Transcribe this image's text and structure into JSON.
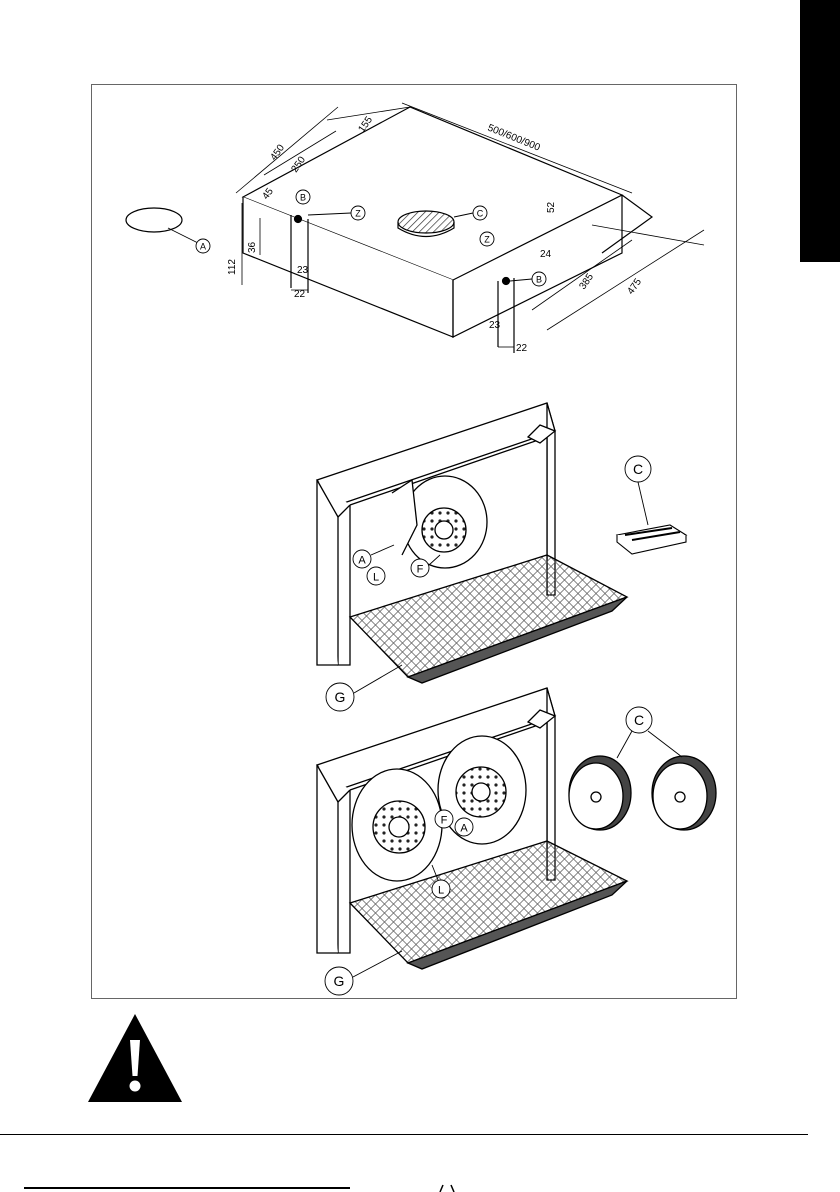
{
  "colors": {
    "ink": "#000000",
    "frame": "#666666",
    "tab": "#000000",
    "hatch": "#444444"
  },
  "icons": {
    "warning": "warning-triangle-icon"
  },
  "dimensions": {
    "width": "500/600/900",
    "d450": "450",
    "d155": "155",
    "d250": "250",
    "d45": "45",
    "d36": "36",
    "d112": "112",
    "d23a": "23",
    "d22a": "22",
    "d24": "24",
    "d385": "385",
    "d475": "475",
    "d23b": "23",
    "d22b": "22",
    "d52": "52"
  },
  "callouts": {
    "top": {
      "a": "A",
      "b1": "B",
      "z1": "Z",
      "c": "C",
      "z2": "Z",
      "b2": "B"
    },
    "middle": {
      "a": "A",
      "l": "L",
      "f": "F",
      "c": "C",
      "g": "G"
    },
    "bottom": {
      "c": "C",
      "f": "F",
      "a": "A",
      "l": "L",
      "g": "G"
    }
  }
}
